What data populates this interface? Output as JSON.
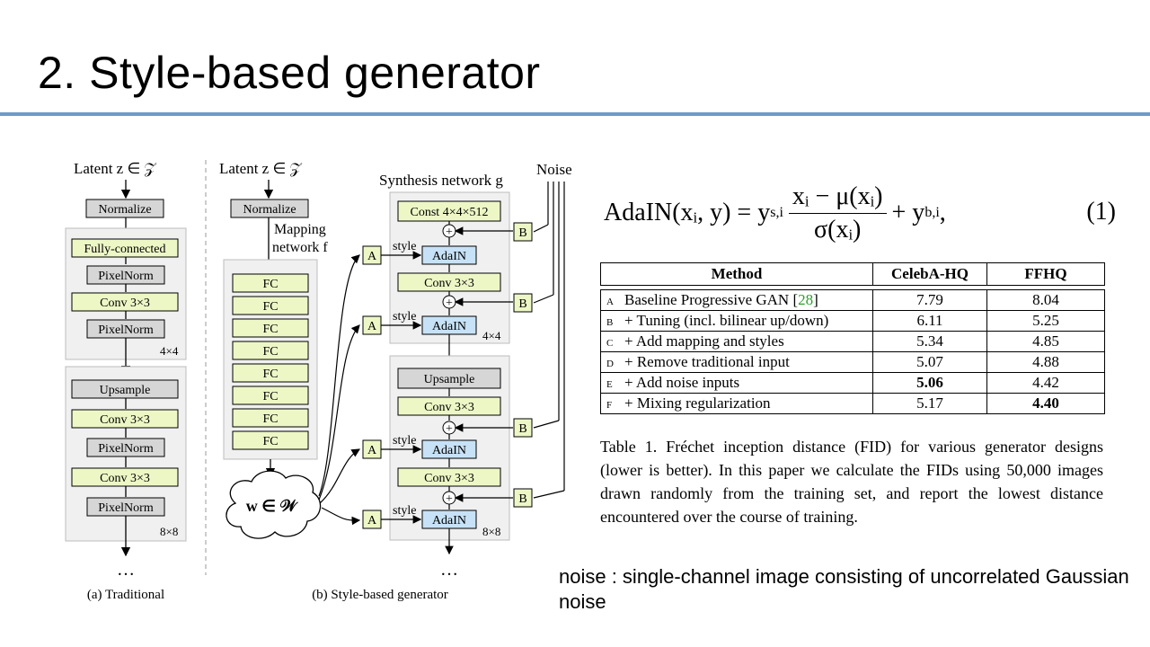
{
  "slide": {
    "title": "2. Style-based generator",
    "note": "noise : single-channel image consisting of uncorrelated Gaussian noise"
  },
  "figure": {
    "latent_a": "Latent z ∈ 𝒵",
    "latent_b": "Latent z ∈ 𝒵",
    "normalize": "Normalize",
    "fully_connected": "Fully-connected",
    "pixelnorm": "PixelNorm",
    "conv": "Conv 3×3",
    "upsample": "Upsample",
    "res_4": "4×4",
    "res_8": "8×8",
    "ellipsis": "…",
    "caption_a": "(a) Traditional",
    "caption_b": "(b) Style-based generator",
    "mapping_label_1": "Mapping",
    "mapping_label_2": "network f",
    "fc": "FC",
    "w_label": "w ∈ 𝒲",
    "synthesis_label": "Synthesis network g",
    "noise_label": "Noise",
    "const": "Const 4×4×512",
    "adain": "AdaIN",
    "style": "style",
    "a": "A",
    "b": "B",
    "plus": "+"
  },
  "equation": {
    "lhs": "AdaIN(xᵢ, y) = y",
    "lhs_sub": "s,i",
    "numerator": "xᵢ − μ(xᵢ)",
    "denominator": "σ(xᵢ)",
    "rhs": "+ y",
    "rhs_sub": "b,i",
    "rhs_end": ",",
    "number": "(1)"
  },
  "table": {
    "headers": [
      "Method",
      "CelebA-HQ",
      "FFHQ"
    ],
    "rows": [
      {
        "letter": "A",
        "method": "Baseline Progressive GAN",
        "ref": "28",
        "celeba": "7.79",
        "ffhq": "8.04"
      },
      {
        "letter": "B",
        "method": "+ Tuning (incl. bilinear up/down)",
        "celeba": "6.11",
        "ffhq": "5.25"
      },
      {
        "letter": "C",
        "method": "+ Add mapping and styles",
        "celeba": "5.34",
        "ffhq": "4.85"
      },
      {
        "letter": "D",
        "method": "+ Remove traditional input",
        "celeba": "5.07",
        "ffhq": "4.88"
      },
      {
        "letter": "E",
        "method": "+ Add noise inputs",
        "celeba": "5.06",
        "ffhq": "4.42"
      },
      {
        "letter": "F",
        "method": "+ Mixing regularization",
        "celeba": "5.17",
        "ffhq": "4.40"
      }
    ],
    "caption": "Table 1. Fréchet inception distance (FID) for various generator designs (lower is better). In this paper we calculate the FIDs using 50,000 images drawn randomly from the training set, and report the lowest distance encountered over the course of training."
  }
}
